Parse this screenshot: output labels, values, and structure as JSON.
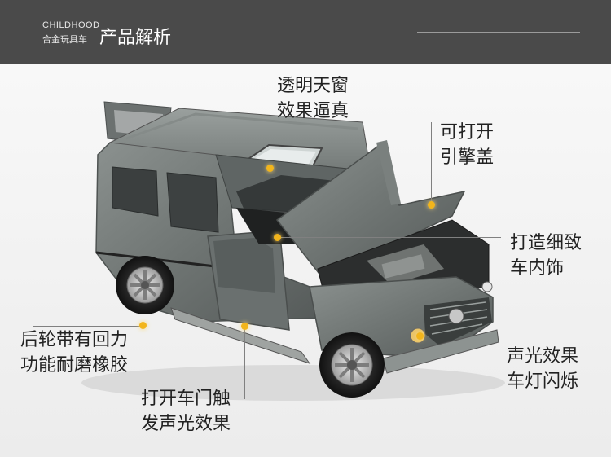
{
  "header": {
    "brand_en": "CHILDHOOD",
    "brand_cn": "合金玩具车",
    "title": "产品解析"
  },
  "features": {
    "sunroof": {
      "line1": "透明天窗",
      "line2": "效果逼真"
    },
    "hood": {
      "line1": "可打开",
      "line2": "引擎盖"
    },
    "interior": {
      "line1": "打造细致",
      "line2": "车内饰"
    },
    "wheels": {
      "line1": "后轮带有回力",
      "line2": "功能耐磨橡胶"
    },
    "doors": {
      "line1": "打开车门触",
      "line2": "发声光效果"
    },
    "lights": {
      "line1": "声光效果",
      "line2": "车灯闪烁"
    }
  },
  "colors": {
    "header_bg": "#4a4a4a",
    "body_paint": "#757b7a",
    "dot": "#f2b51c"
  }
}
